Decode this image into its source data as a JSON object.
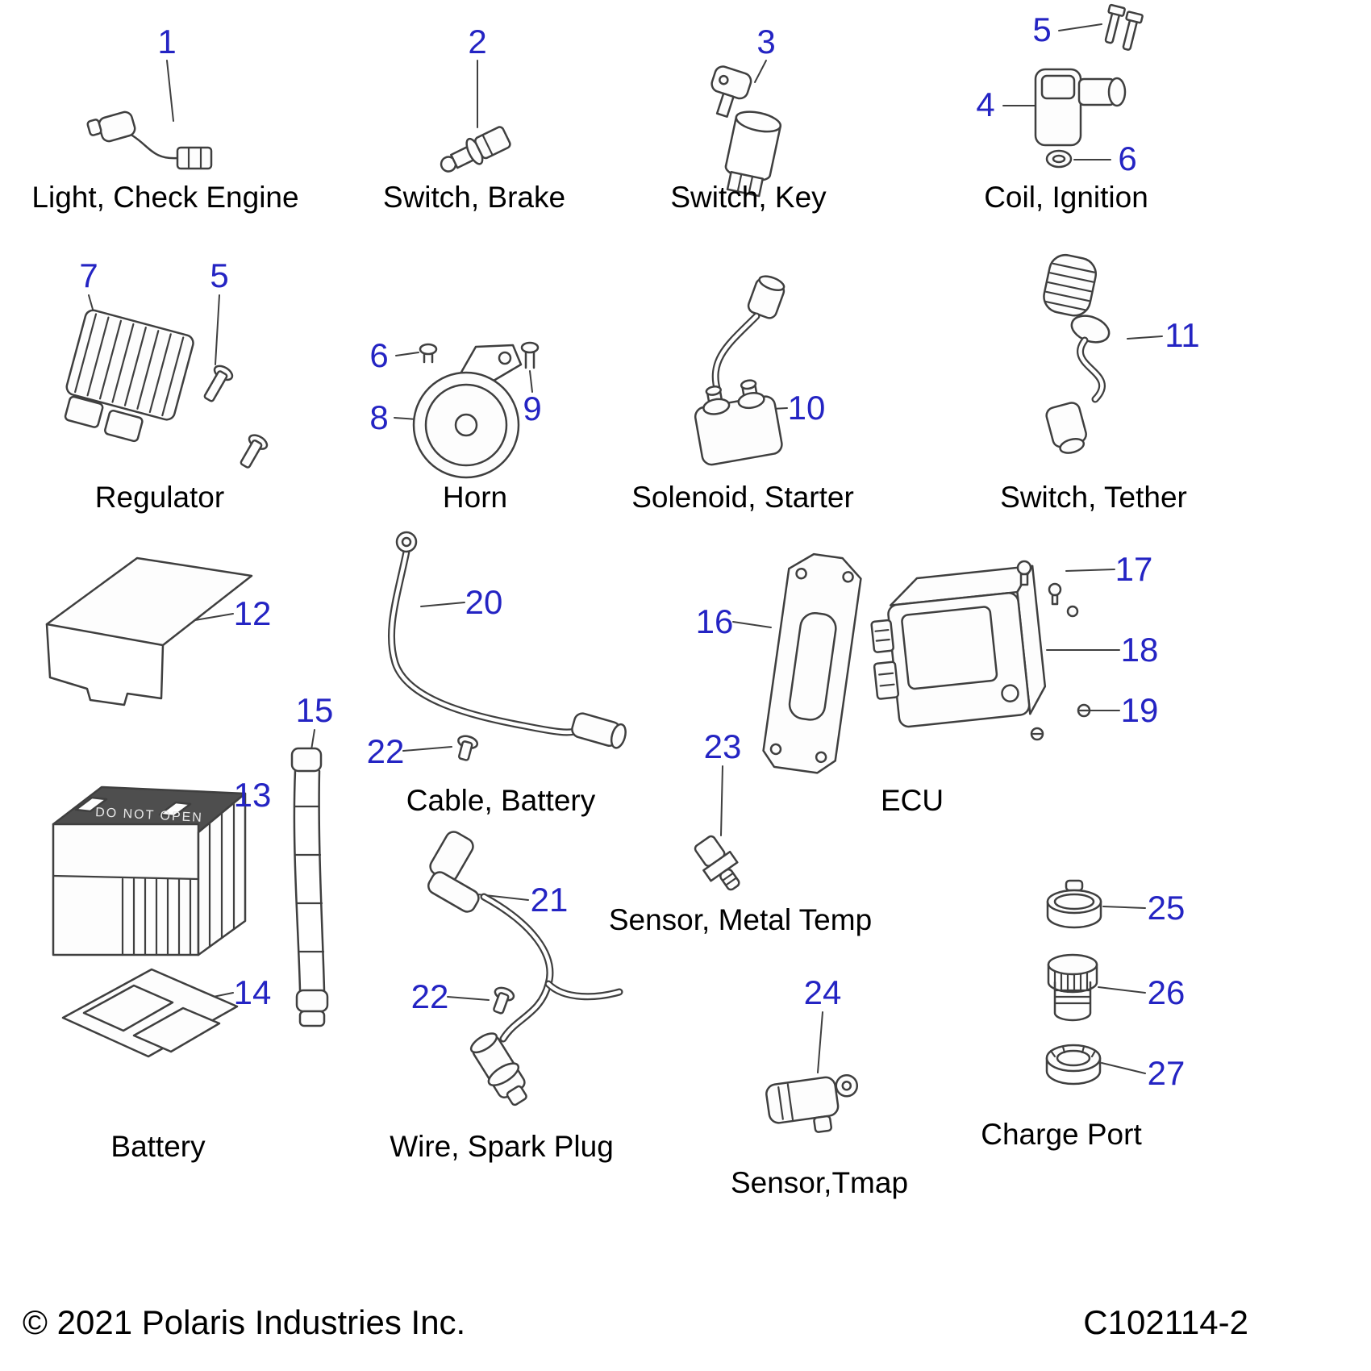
{
  "diagram": {
    "kind": "parts-diagram",
    "subject": "Electrical components"
  },
  "colors": {
    "callout_blue": "#2424c3",
    "line_gray": "#3f3f3f",
    "text_black": "#000000"
  },
  "footer": {
    "left": "© 2021 Polaris Industries Inc.",
    "right": "C102114-2"
  },
  "parts": [
    {
      "name": "light-check-engine",
      "label": "Light, Check Engine",
      "callouts": [
        "1"
      ]
    },
    {
      "name": "switch-brake",
      "label": "Switch, Brake",
      "callouts": [
        "2"
      ]
    },
    {
      "name": "switch-key",
      "label": "Switch, Key",
      "callouts": [
        "3"
      ]
    },
    {
      "name": "coil-ignition",
      "label": "Coil, Ignition",
      "callouts": [
        "4",
        "5",
        "6"
      ]
    },
    {
      "name": "regulator",
      "label": "Regulator",
      "callouts": [
        "7",
        "5"
      ]
    },
    {
      "name": "horn",
      "label": "Horn",
      "callouts": [
        "8",
        "6",
        "9"
      ]
    },
    {
      "name": "solenoid-starter",
      "label": "Solenoid, Starter",
      "callouts": [
        "10"
      ]
    },
    {
      "name": "switch-tether",
      "label": "Switch, Tether",
      "callouts": [
        "11"
      ]
    },
    {
      "name": "battery",
      "label": "Battery",
      "callouts": [
        "12",
        "13",
        "14",
        "15"
      ],
      "sticker": "DO NOT OPEN"
    },
    {
      "name": "cable-battery",
      "label": "Cable, Battery",
      "callouts": [
        "20",
        "22"
      ]
    },
    {
      "name": "ecu",
      "label": "ECU",
      "callouts": [
        "16",
        "17",
        "18",
        "19"
      ]
    },
    {
      "name": "sensor-metal-temp",
      "label": "Sensor, Metal Temp",
      "callouts": [
        "23"
      ]
    },
    {
      "name": "wire-spark-plug",
      "label": "Wire, Spark Plug",
      "callouts": [
        "21",
        "22"
      ]
    },
    {
      "name": "sensor-tmap",
      "label": "Sensor,Tmap",
      "callouts": [
        "24"
      ]
    },
    {
      "name": "charge-port",
      "label": "Charge Port",
      "callouts": [
        "25",
        "26",
        "27"
      ]
    }
  ]
}
